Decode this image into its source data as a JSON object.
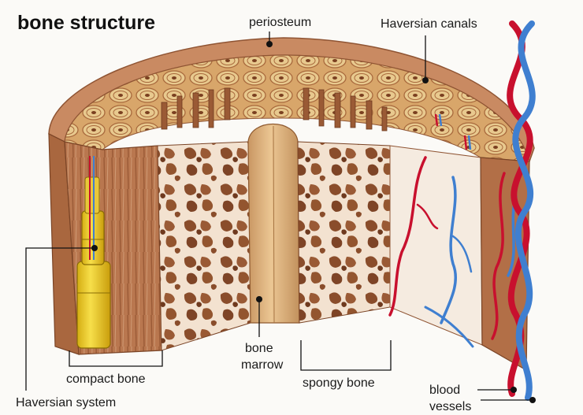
{
  "title": "bone structure",
  "labels": {
    "periosteum": "periosteum",
    "haversian_canals": "Haversian canals",
    "bone_marrow_line1": "bone",
    "bone_marrow_line2": "marrow",
    "compact_bone": "compact bone",
    "spongy_bone": "spongy bone",
    "haversian_system": "Haversian system",
    "blood_vessels_line1": "blood",
    "blood_vessels_line2": "vessels"
  },
  "colors": {
    "periosteum": "#c98a62",
    "compact_bone": "#b9774f",
    "osteon": "#e2c07f",
    "spongy_bone": "#f3e2d0",
    "trabeculae": "#8a4d2b",
    "marrow": "#dcb07a",
    "artery": "#c8102e",
    "vein": "#3f7fd0",
    "haversian_system": "#f0cf2e"
  }
}
